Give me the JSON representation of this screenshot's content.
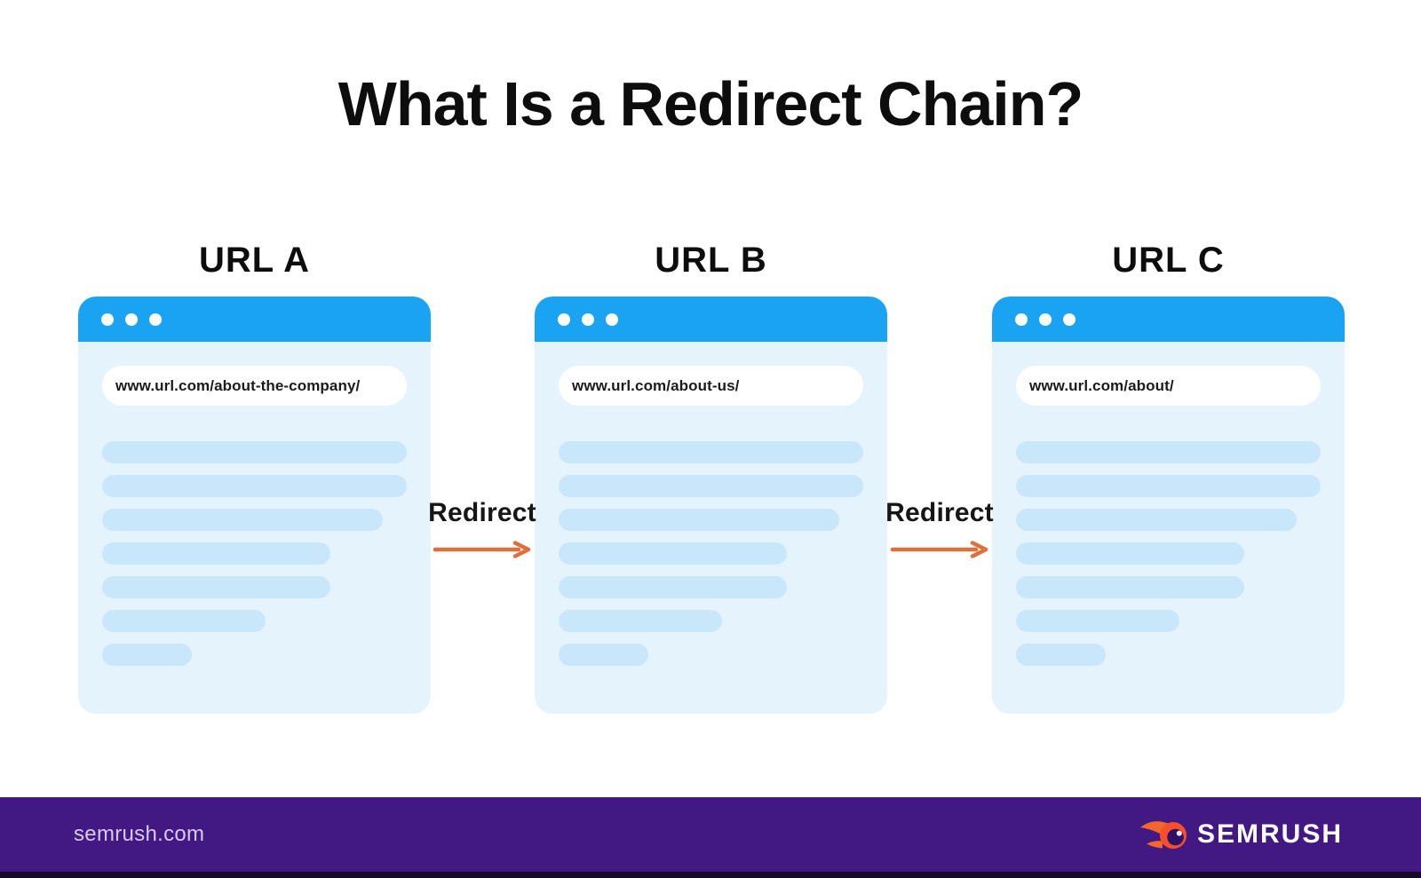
{
  "title": "What Is a Redirect Chain?",
  "windows": [
    {
      "label": "URL A",
      "url": "www.url.com/about-the-company/"
    },
    {
      "label": "URL B",
      "url": "www.url.com/about-us/"
    },
    {
      "label": "URL C",
      "url": "www.url.com/about/"
    }
  ],
  "connectors": [
    {
      "label": "Redirect"
    },
    {
      "label": "Redirect"
    }
  ],
  "skeleton": {
    "widths_pct": [
      100,
      100,
      92,
      75,
      75,
      53.5,
      29.5
    ]
  },
  "footer": {
    "site": "semrush.com",
    "brand": "SEMRUSH"
  },
  "icons": {
    "window_dots": "window-control-dots",
    "redirect_arrow": "right-arrow",
    "brand": "semrush-flame-comet"
  },
  "colors": {
    "titlebar-blue": "#1AA3F3",
    "window-body-blue": "#E4F3FC",
    "placeholder-blue": "#C9E7FA",
    "arrow-orange": "#DF703C",
    "footer-purple": "#421983",
    "footer-text": "#D8C9F4",
    "footer-edge": "#150A28",
    "ink": "#0D0D0D",
    "brand-orange": "#F4502C",
    "brand-orange-light": "#F5662F",
    "brand-inner": "#2F1166"
  }
}
